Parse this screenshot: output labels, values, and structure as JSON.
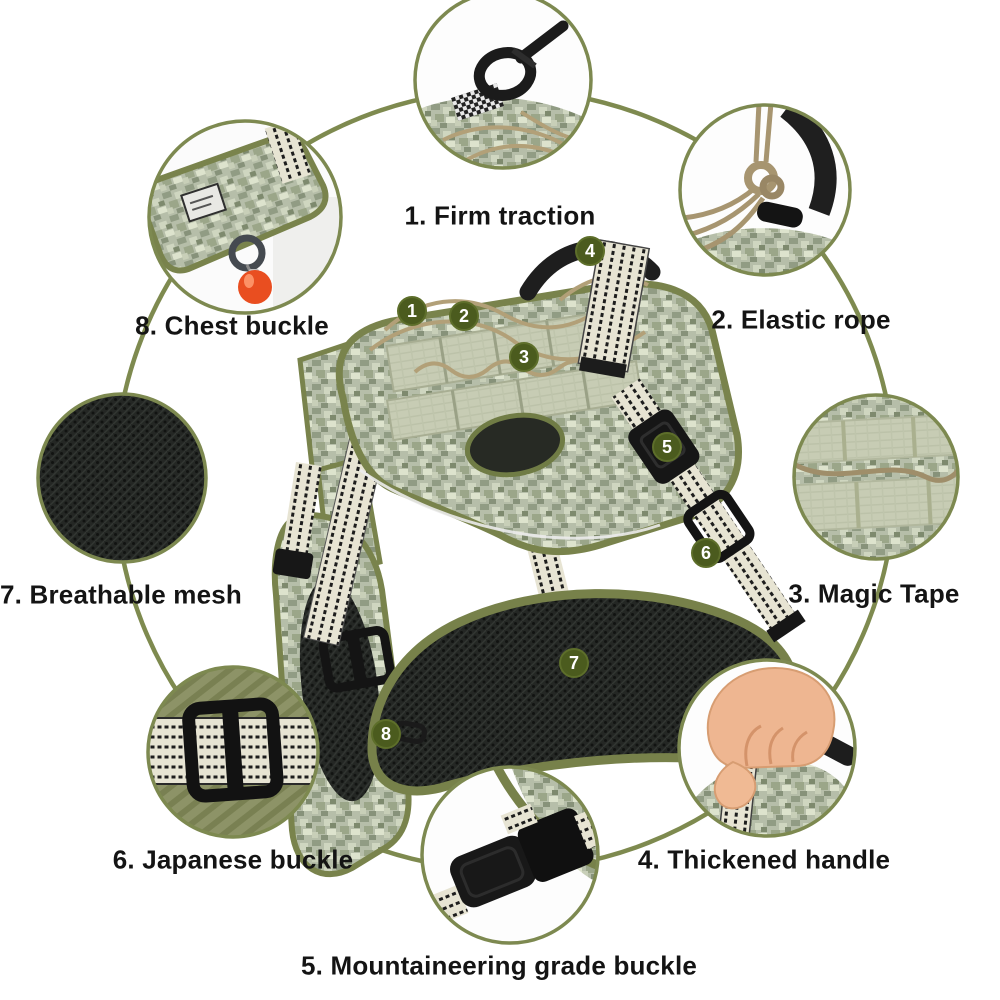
{
  "infographic": {
    "subject": "camouflage tactical dog harness feature diagram",
    "features": [
      {
        "number": "1",
        "label": "1. Firm traction",
        "photo": "leash-carabiner-clip-photo"
      },
      {
        "number": "2",
        "label": "2. Elastic rope",
        "photo": "knotted-elastic-rope-photo"
      },
      {
        "number": "3",
        "label": "3. Magic Tape",
        "photo": "velcro-magic-tape-photo"
      },
      {
        "number": "4",
        "label": "4. Thickened handle",
        "photo": "hand-gripping-handle-photo"
      },
      {
        "number": "5",
        "label": "5. Mountaineering grade buckle",
        "photo": "side-release-buckle-photo"
      },
      {
        "number": "6",
        "label": "6. Japanese buckle",
        "photo": "slider-buckle-on-strap-photo"
      },
      {
        "number": "7",
        "label": "7. Breathable mesh",
        "photo": "black-mesh-texture-photo"
      },
      {
        "number": "8",
        "label": "8. Chest buckle",
        "photo": "chest-dring-red-bead-photo"
      }
    ],
    "colors": {
      "background": "#ffffff",
      "ring_olive": "#7e8a4f",
      "harness_trim_olive": "#79834c",
      "camo_base": "#b6bea9",
      "badge_fill": "#4b5b1e",
      "badge_text": "#ffffff",
      "label_text": "#141414",
      "mesh_black": "#242724",
      "bead_red": "#e94e20",
      "cord_tan": "#b2a078"
    }
  }
}
